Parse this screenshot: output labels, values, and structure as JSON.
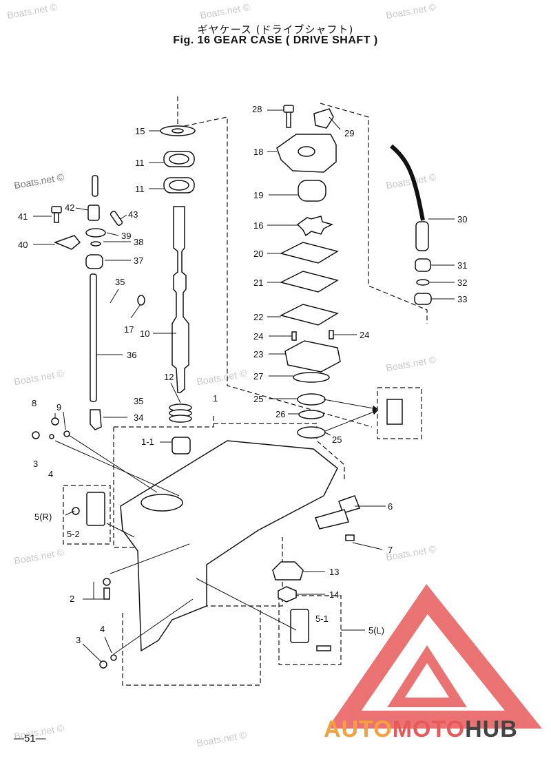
{
  "title_jp": "ギヤケース (ドライブシャフト)",
  "title_en": "Fig. 16   GEAR CASE ( DRIVE SHAFT )",
  "page_number": "—51—",
  "watermark": "Boats.net ©",
  "logo": {
    "part1": "AUTO",
    "part2": "MOTO",
    "part3": "HUB",
    "colors": [
      "#f3a13c",
      "#e85a5a",
      "#444444"
    ]
  },
  "callouts": {
    "c1": "1",
    "c1_1": "1-1",
    "c2": "2",
    "c3a": "3",
    "c3b": "3",
    "c4a": "4",
    "c4b": "4",
    "c5r": "5(R)",
    "c5_2": "5-2",
    "c5l": "5(L)",
    "c5_1": "5-1",
    "c6": "6",
    "c7": "7",
    "c8": "8",
    "c9": "9",
    "c10": "10",
    "c11a": "11",
    "c11b": "11",
    "c12": "12",
    "c13": "13",
    "c14": "14",
    "c15": "15",
    "c16": "16",
    "c17": "17",
    "c18": "18",
    "c19": "19",
    "c20": "20",
    "c21": "21",
    "c22": "22",
    "c23": "23",
    "c24a": "24",
    "c24b": "24",
    "c25a": "25",
    "c25b": "25",
    "c26": "26",
    "c27": "27",
    "c28": "28",
    "c29": "29",
    "c30": "30",
    "c31": "31",
    "c32": "32",
    "c33": "33",
    "c34": "34",
    "c35a": "35",
    "c35b": "35",
    "c36": "36",
    "c37": "37",
    "c38": "38",
    "c39": "39",
    "c40": "40",
    "c41": "41",
    "c42": "42",
    "c43": "43"
  }
}
